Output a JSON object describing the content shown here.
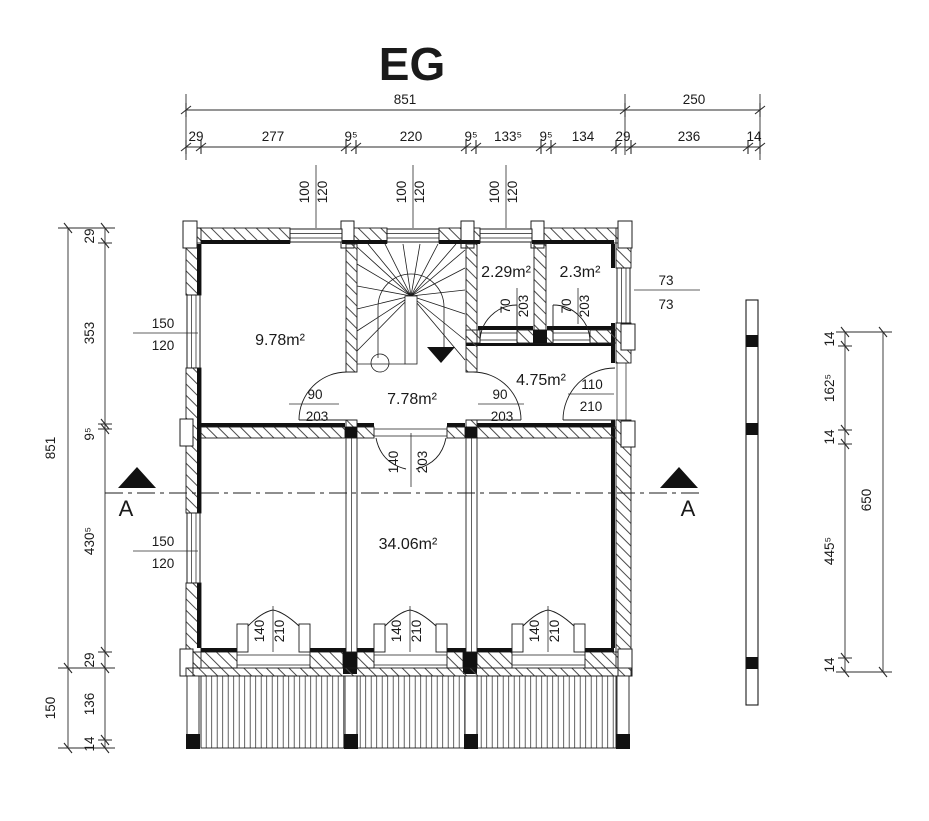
{
  "title": "EG",
  "dims": {
    "top_overall": [
      "851",
      "250"
    ],
    "top_detail": [
      "29",
      "277",
      "9⁵",
      "220",
      "9⁵",
      "133⁵",
      "9⁵",
      "134",
      "29",
      "236",
      "14"
    ],
    "left_outer": [
      "851",
      "150"
    ],
    "left_detail": [
      "29",
      "353",
      "9⁵",
      "430⁵",
      "29",
      "136",
      "14"
    ],
    "right_detail": [
      "14",
      "162⁵",
      "14",
      "445⁵",
      "14"
    ],
    "right_overall": [
      "650"
    ]
  },
  "rooms": {
    "room1": "9.78m²",
    "hall": "7.78m²",
    "storage1": "2.29m²",
    "storage2": "2.3m²",
    "entry": "4.75m²",
    "living": "34.06m²"
  },
  "windows": {
    "top1": {
      "w": "100",
      "h": "120"
    },
    "top2": {
      "w": "100",
      "h": "120"
    },
    "top3": {
      "w": "100",
      "h": "120"
    },
    "left1": {
      "w": "150",
      "h": "120"
    },
    "left2": {
      "w": "150",
      "h": "120"
    },
    "right1": {
      "w": "73",
      "h": "73"
    }
  },
  "doors": {
    "hall_left": {
      "w": "90",
      "h": "203"
    },
    "hall_right": {
      "w": "90",
      "h": "203"
    },
    "entry_door": {
      "w": "110",
      "h": "210"
    },
    "storage1": {
      "w": "70",
      "h": "203"
    },
    "storage2": {
      "w": "70",
      "h": "203"
    },
    "living_double": {
      "w": "140",
      "h": "203"
    },
    "terrace1": {
      "w": "140",
      "h": "210"
    },
    "terrace2": {
      "w": "140",
      "h": "210"
    },
    "terrace3": {
      "w": "140",
      "h": "210"
    }
  },
  "section": {
    "marker": "A"
  },
  "colors": {
    "line": "#1c1c1c",
    "dim": "#2b2b2b",
    "bg": "#ffffff"
  }
}
